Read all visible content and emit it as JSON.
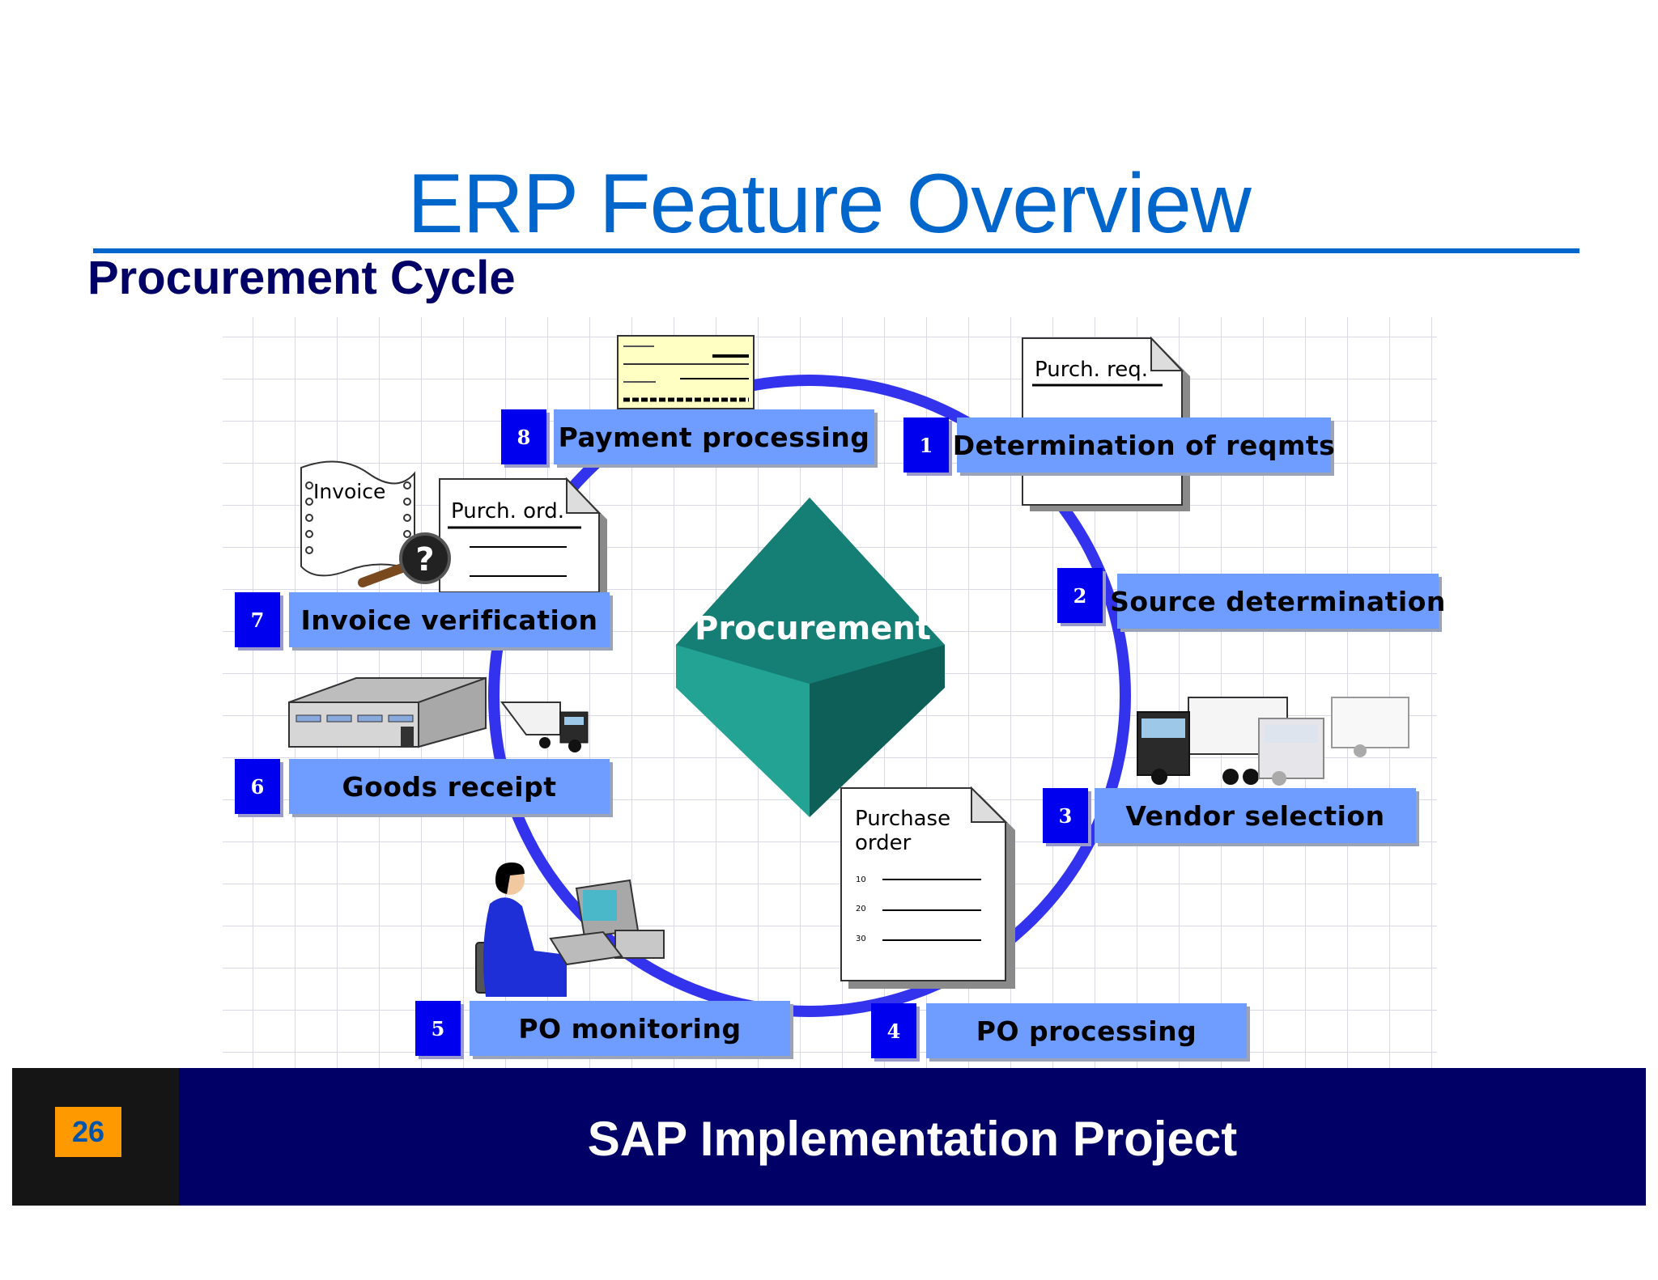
{
  "title": "ERP Feature Overview",
  "subtitle": "Procurement Cycle",
  "center_label": "Procurement",
  "steps": [
    {
      "number": "1",
      "label": "Determination of reqmts"
    },
    {
      "number": "2",
      "label": "Source determination"
    },
    {
      "number": "3",
      "label": "Vendor selection"
    },
    {
      "number": "4",
      "label": "PO processing"
    },
    {
      "number": "5",
      "label": "PO monitoring"
    },
    {
      "number": "6",
      "label": "Goods receipt"
    },
    {
      "number": "7",
      "label": "Invoice verification"
    },
    {
      "number": "8",
      "label": "Payment processing"
    }
  ],
  "documents": {
    "purch_req": "Purch. req.",
    "purch_ord": "Purch. ord.",
    "invoice": "Invoice",
    "purchase_order_line1": "Purchase",
    "purchase_order_line2": "order",
    "line_numbers": [
      "10",
      "20",
      "30"
    ]
  },
  "footer": {
    "page_number": "26",
    "text": "SAP Implementation Project"
  },
  "colors": {
    "title": "#0066cc",
    "subtitle": "#000066",
    "cycle_ring": "#3333ee",
    "step_number_box": "#0000ee",
    "step_label_box": "#6f9cff",
    "center_cube": "#1a8a80",
    "footer_band": "#000066",
    "page_badge": "#ff9900"
  }
}
